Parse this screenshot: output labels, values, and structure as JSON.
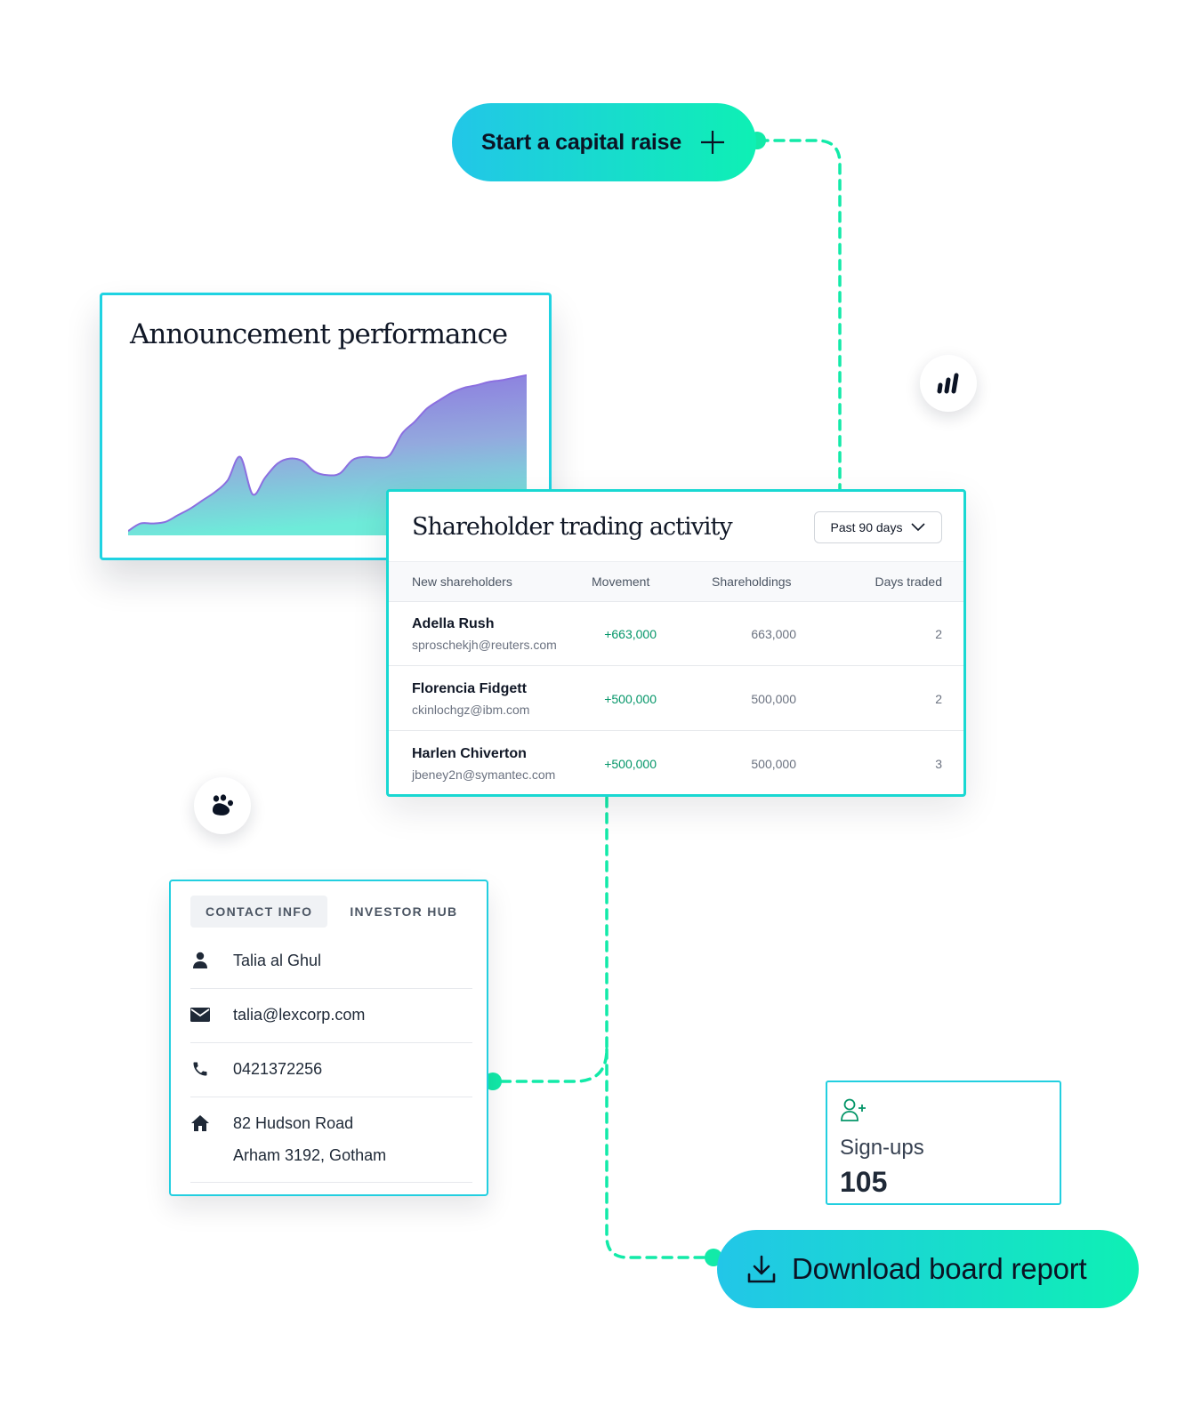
{
  "capital_raise": {
    "label": "Start a capital raise",
    "icon": "plus-icon"
  },
  "download_report": {
    "label": "Download board report",
    "icon": "download-icon"
  },
  "announcement": {
    "title": "Announcement performance",
    "chart_data": {
      "type": "area",
      "title": "Announcement performance",
      "xlabel": "",
      "ylabel": "",
      "grid": false,
      "colors": {
        "top": "#8b6fe0",
        "bottom": "#6eebd9"
      },
      "x": [
        0,
        1,
        2,
        3,
        4,
        5,
        6,
        7,
        8,
        9,
        10,
        11,
        12,
        13,
        14,
        15,
        16,
        17,
        18,
        19,
        20,
        21,
        22,
        23,
        24,
        25,
        26,
        27,
        28,
        29,
        30,
        31,
        32
      ],
      "values": [
        1,
        10,
        10,
        12,
        20,
        28,
        38,
        48,
        62,
        90,
        45,
        65,
        82,
        88,
        85,
        72,
        68,
        70,
        86,
        90,
        89,
        92,
        118,
        132,
        148,
        158,
        167,
        173,
        176,
        180,
        182,
        185,
        188
      ],
      "ylim": [
        0,
        190
      ]
    }
  },
  "trading": {
    "title": "Shareholder trading activity",
    "period": "Past 90 days",
    "columns": [
      "New shareholders",
      "Movement",
      "Shareholdings",
      "Days traded"
    ],
    "rows": [
      {
        "name": "Adella Rush",
        "email": "sproschekjh@reuters.com",
        "movement": "+663,000",
        "holdings": "663,000",
        "days": "2"
      },
      {
        "name": "Florencia Fidgett",
        "email": "ckinlochgz@ibm.com",
        "movement": "+500,000",
        "holdings": "500,000",
        "days": "2"
      },
      {
        "name": "Harlen Chiverton",
        "email": "jbeney2n@symantec.com",
        "movement": "+500,000",
        "holdings": "500,000",
        "days": "3"
      }
    ]
  },
  "contact": {
    "tabs": [
      "CONTACT INFO",
      "INVESTOR HUB"
    ],
    "active_tab": "CONTACT INFO",
    "name": "Talia al Ghul",
    "email": "talia@lexcorp.com",
    "phone": "0421372256",
    "address_line1": "82 Hudson Road",
    "address_line2": "Arham 3192, Gotham"
  },
  "signups": {
    "label": "Sign-ups",
    "value": "105",
    "icon": "user-plus-icon"
  },
  "icons": {
    "bars": "bar-chart-icon",
    "paw": "paw-icon"
  },
  "colors": {
    "accent_start": "#22c6e8",
    "accent_end": "#0ef0b4",
    "connector": "#12eaa8",
    "positive": "#059669"
  }
}
